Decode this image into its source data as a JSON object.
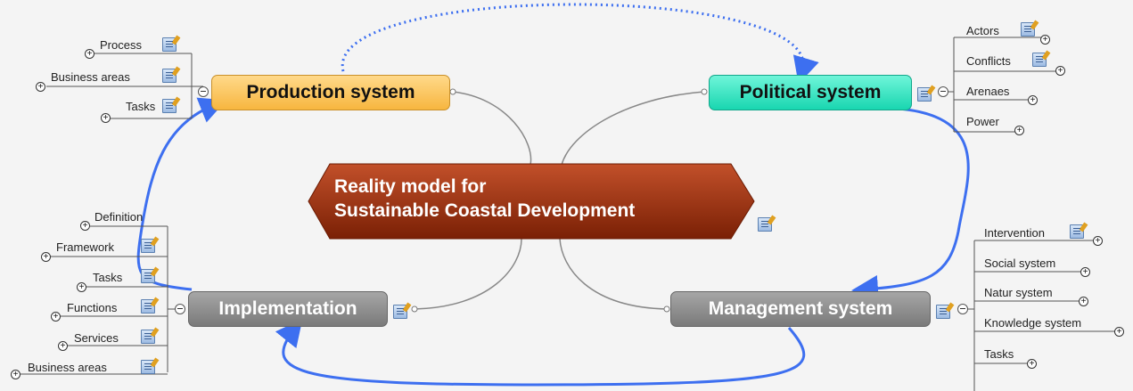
{
  "central": {
    "line1": "Reality model for",
    "line2": "Sustainable Coastal Development"
  },
  "topics": {
    "production": "Production system",
    "political": "Political system",
    "implementation": "Implementation",
    "management": "Management system"
  },
  "production_children": [
    "Process",
    "Business areas",
    "Tasks"
  ],
  "political_children": [
    "Actors",
    "Conflicts",
    "Arenaes",
    "Power"
  ],
  "implementation_children": [
    "Definition",
    "Framework",
    "Tasks",
    "Functions",
    "Services",
    "Business areas"
  ],
  "management_children": [
    "Intervention",
    "Social system",
    "Natur system",
    "Knowledge system",
    "Tasks"
  ],
  "colors": {
    "production": "#f7b63f",
    "political": "#19d6b0",
    "grey_topic": "#7a7a7a",
    "central": "#8e2a08",
    "arrow": "#3d6ff0"
  }
}
